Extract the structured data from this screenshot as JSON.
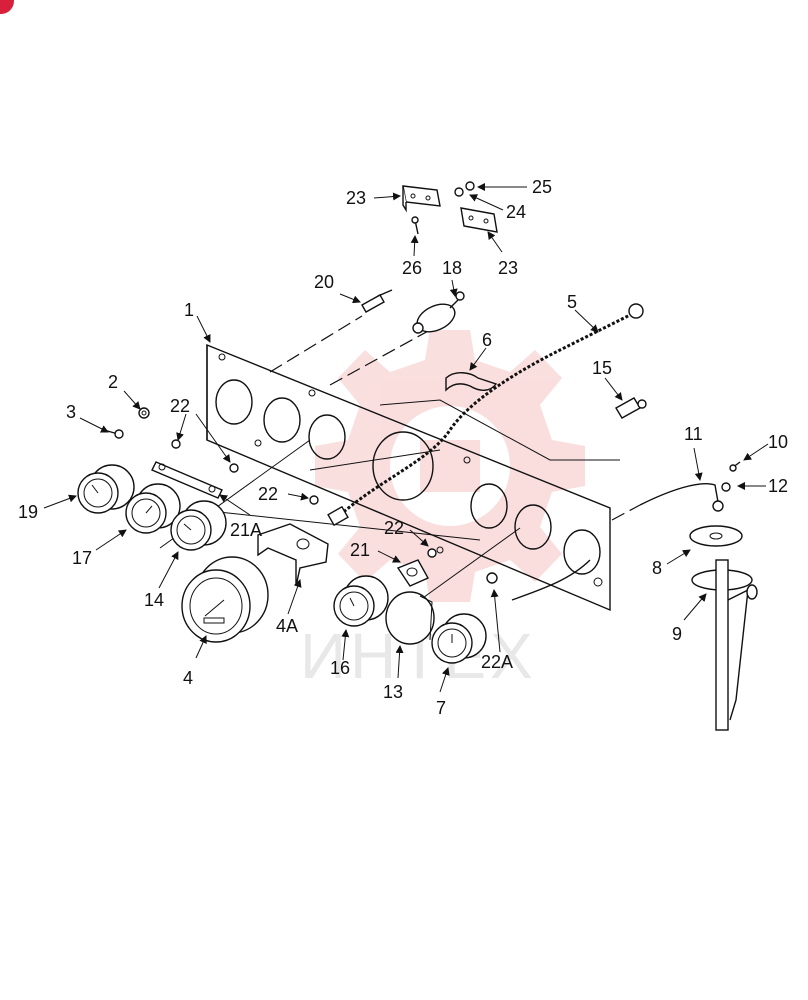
{
  "callouts": [
    {
      "id": "c1",
      "label": "1"
    },
    {
      "id": "c2",
      "label": "2"
    },
    {
      "id": "c3",
      "label": "3"
    },
    {
      "id": "c4",
      "label": "4"
    },
    {
      "id": "c4a",
      "label": "4A"
    },
    {
      "id": "c5",
      "label": "5"
    },
    {
      "id": "c6",
      "label": "6"
    },
    {
      "id": "c7",
      "label": "7"
    },
    {
      "id": "c8",
      "label": "8"
    },
    {
      "id": "c9",
      "label": "9"
    },
    {
      "id": "c10",
      "label": "10"
    },
    {
      "id": "c11",
      "label": "11"
    },
    {
      "id": "c12",
      "label": "12"
    },
    {
      "id": "c13",
      "label": "13"
    },
    {
      "id": "c14",
      "label": "14"
    },
    {
      "id": "c15",
      "label": "15"
    },
    {
      "id": "c16",
      "label": "16"
    },
    {
      "id": "c17",
      "label": "17"
    },
    {
      "id": "c18",
      "label": "18"
    },
    {
      "id": "c19",
      "label": "19"
    },
    {
      "id": "c20",
      "label": "20"
    },
    {
      "id": "c21",
      "label": "21"
    },
    {
      "id": "c21a",
      "label": "21A"
    },
    {
      "id": "c22a",
      "label": "22"
    },
    {
      "id": "c22b",
      "label": "22"
    },
    {
      "id": "c22c",
      "label": "22"
    },
    {
      "id": "c22A",
      "label": "22A"
    },
    {
      "id": "c23a",
      "label": "23"
    },
    {
      "id": "c23b",
      "label": "23"
    },
    {
      "id": "c24",
      "label": "24"
    },
    {
      "id": "c25",
      "label": "25"
    },
    {
      "id": "c26",
      "label": "26"
    }
  ],
  "watermark": {
    "text": "ИНТЕХ",
    "color": "#e88a8a"
  },
  "colors": {
    "ink": "#111111",
    "badge": "#d8203c",
    "watermark": "#f0b8b8"
  }
}
